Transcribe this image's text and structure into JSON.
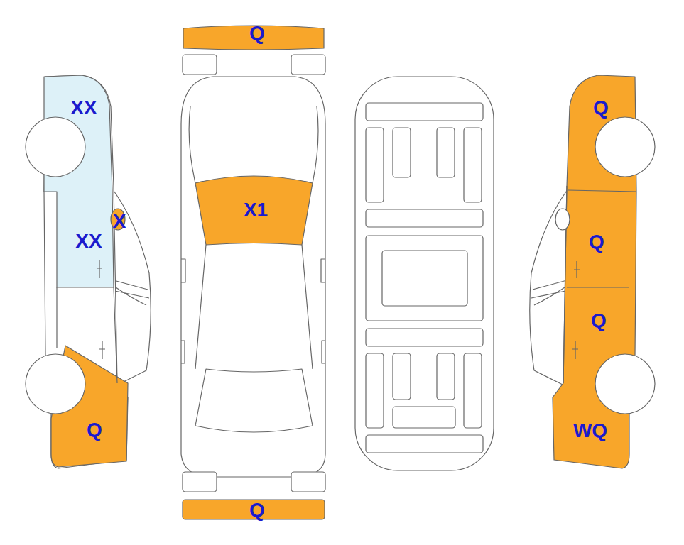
{
  "diagram": {
    "labels": [
      "Q",
      "XX",
      "Q",
      "X1",
      "X",
      "XX",
      "Q",
      "Q",
      "Q",
      "WQ",
      "Q"
    ]
  }
}
